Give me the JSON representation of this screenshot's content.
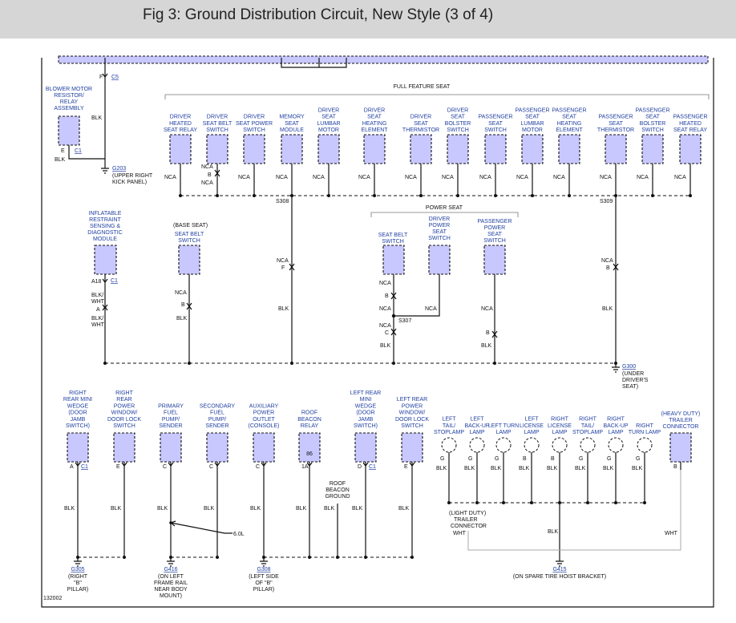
{
  "header": {
    "title": "Fig 3: Ground Distribution Circuit, New Style (3 of 4)"
  },
  "diagram_id": "132002",
  "sections": {
    "full_feature": "FULL FEATURE SEAT",
    "power_seat": "POWER SEAT"
  },
  "colors": {
    "component_fill": "#c8c8ff",
    "label_blue": "#1f3fa0",
    "wire": "#111111",
    "title_bar": "#d6d6d6"
  },
  "top": {
    "blower": "BLOWER MOTOR RESISTOR/ RELAY ASSEMBLY",
    "connector_f": "F",
    "connector_c5": "C5",
    "wire_blk": "BLK",
    "pin_e": "E",
    "connector_c1": "C1",
    "blk_lower": "BLK",
    "ground_g203": "G203",
    "ground_g203_desc": "(UPPER RIGHT KICK PANEL)"
  },
  "seats": [
    {
      "label": "DRIVER HEATED SEAT RELAY",
      "pin": "NCA"
    },
    {
      "label": "DRIVER SEAT BELT SWITCH",
      "pin": "NCA"
    },
    {
      "label": "DRIVER SEAT POWER SWITCH",
      "pin": "NCA"
    },
    {
      "label": "MEMORY SEAT MODULE",
      "pin": "NCA"
    },
    {
      "label": "DRIVER SEAT LUMBAR MOTOR",
      "pin": "NCA"
    },
    {
      "label": "DRIVER SEAT HEATING ELEMENT",
      "pin": "NCA"
    },
    {
      "label": "DRIVER SEAT THERMISTOR",
      "pin": "NCA"
    },
    {
      "label": "DRIVER SEAT BOLSTER SWITCH",
      "pin": "NCA"
    },
    {
      "label": "PASSENGER SEAT SWITCH",
      "pin": "NCA"
    },
    {
      "label": "PASSENGER SEAT LUMBAR MOTOR",
      "pin": "NCA"
    },
    {
      "label": "PASSENGER SEAT HEATING ELEMENT",
      "pin": "NCA"
    },
    {
      "label": "PASSENGER SEAT THERMISTOR",
      "pin": "NCA"
    },
    {
      "label": "PASSENGER SEAT BOLSTER SWITCH",
      "pin": "NCA"
    },
    {
      "label": "PASSENGER HEATED SEAT RELAY",
      "pin": "NCA"
    }
  ],
  "seat_belt_extra": {
    "pin_b": "B",
    "nca2": "NCA"
  },
  "splices": {
    "s308": "S308",
    "s309": "S309",
    "s307": "S307"
  },
  "middle": {
    "irsdm": "INFLATABLE RESTRAINT SENSING & DIAGNOSTIC MODULE",
    "irsdm_pin": "A18",
    "irsdm_conn": "C1",
    "irsdm_wire1": "BLK/ WHT",
    "irsdm_pin2": "A",
    "irsdm_wire2": "BLK/ WHT",
    "base_seat_title": "(BASE SEAT)",
    "base_seat_switch": "SEAT BELT SWITCH",
    "base_nca": "NCA",
    "base_b": "B",
    "base_blk": "BLK",
    "s308_nca": "NCA",
    "s308_f": "F",
    "s308_blk": "BLK",
    "ps_belt": "SEAT BELT SWITCH",
    "ps_driver": "DRIVER POWER SEAT SWITCH",
    "ps_pass": "PASSENGER POWER SEAT SWITCH",
    "ps_nca1": "NCA",
    "ps_b1": "B",
    "ps_nca2": "NCA",
    "ps_nca3": "NCA",
    "ps_nca4": "NCA",
    "ps_c": "C",
    "ps_blk1": "BLK",
    "ps_nca5": "NCA",
    "ps_b2": "B",
    "ps_blk2": "BLK",
    "s309_nca": "NCA",
    "s309_b": "B",
    "s309_blk": "BLK",
    "ground_g300": "G300",
    "ground_g300_desc": "(UNDER DRIVER'S SEAT)"
  },
  "bottom": {
    "components": [
      {
        "label": "RIGHT REAR MINI WEDGE (DOOR JAMB SWITCH)",
        "pin": "A",
        "conn": "C1",
        "wire": "BLK"
      },
      {
        "label": "RIGHT REAR POWER WINDOW/ DOOR LOCK SWITCH",
        "pin": "E",
        "conn": "",
        "wire": "BLK"
      },
      {
        "label": "PRIMARY FUEL PUMP/ SENDER",
        "pin": "C",
        "conn": "",
        "wire": "BLK"
      },
      {
        "label": "SECONDARY FUEL PUMP/ SENDER",
        "pin": "C",
        "conn": "",
        "wire": "BLK"
      },
      {
        "label": "AUXILIARY POWER OUTLET (CONSOLE)",
        "pin": "C",
        "conn": "",
        "wire": "BLK"
      },
      {
        "label": "ROOF BEACON RELAY",
        "pin": "1A",
        "conn": "86",
        "wire": "BLK"
      },
      {
        "label": "LEFT REAR MINI WEDGE (DOOR JAMB SWITCH)",
        "pin": "D",
        "conn": "C1",
        "wire": "BLK"
      },
      {
        "label": "LEFT REAR POWER WINDOW/ DOOR LOCK SWITCH",
        "pin": "E",
        "conn": "",
        "wire": "BLK"
      }
    ],
    "roof_beacon_ground": "ROOF BEACON GROUND",
    "roof_ground_blk": "BLK",
    "wire_size": "6.0L",
    "lamps": [
      {
        "label": "LEFT TAIL/ STOPLAMP",
        "pin": "G",
        "wire": "BLK"
      },
      {
        "label": "LEFT BACK-UP LAMP",
        "pin": "G",
        "wire": "BLK"
      },
      {
        "label": "LEFT TURN LAMP",
        "pin": "G",
        "wire": "BLK"
      },
      {
        "label": "LEFT LICENSE LAMP",
        "pin": "B",
        "wire": "BLK"
      },
      {
        "label": "RIGHT LICENSE LAMP",
        "pin": "B",
        "wire": "BLK"
      },
      {
        "label": "RIGHT TAIL/ STOPLAMP",
        "pin": "G",
        "wire": "BLK"
      },
      {
        "label": "RIGHT BACK-UP LAMP",
        "pin": "G",
        "wire": "BLK"
      },
      {
        "label": "RIGHT TURN LAMP",
        "pin": "G",
        "wire": "BLK"
      }
    ],
    "trailer_hd": "(HEAVY DUTY) TRAILER CONNECTOR",
    "trailer_hd_pin": "B",
    "trailer_ld": "(LIGHT DUTY) TRAILER CONNECTOR",
    "wht_left": "WHT",
    "wht_right": "WHT",
    "g415_blk": "BLK",
    "ground_g305": "G305",
    "ground_g305_desc": "(RIGHT \"B\" PILLAR)",
    "ground_g416": "G416",
    "ground_g416_desc": "(ON LEFT FRAME RAIL NEAR BODY MOUNT)",
    "ground_g308": "G308",
    "ground_g308_desc": "(LEFT SIDE OF \"B\" PILLAR)",
    "ground_g415": "G415",
    "ground_g415_desc": "(ON SPARE TIRE HOIST BRACKET)"
  }
}
